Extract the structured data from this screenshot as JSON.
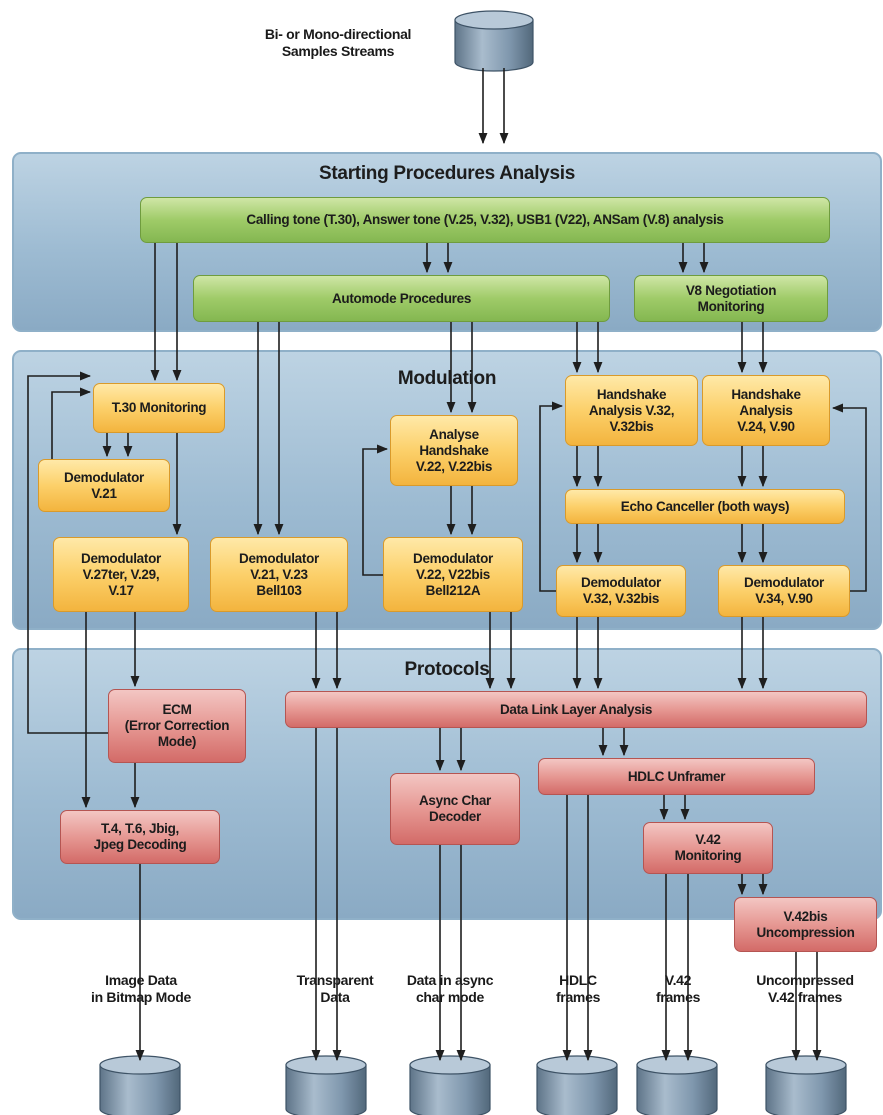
{
  "input": {
    "label": "Bi- or Mono-directional\nSamples Streams"
  },
  "sections": {
    "starting": "Starting Procedures Analysis",
    "modulation": "Modulation",
    "protocols": "Protocols"
  },
  "boxes": {
    "calling": "Calling tone (T.30), Answer tone (V.25, V.32), USB1 (V22), ANSam (V.8) analysis",
    "automode": "Automode Procedures",
    "v8neg": "V8 Negotiation\nMonitoring",
    "t30mon": "T.30 Monitoring",
    "demod_v21": "Demodulator\nV.21",
    "demod_v27": "Demodulator\nV.27ter, V.29,\nV.17",
    "demod_v21_v23": "Demodulator\nV.21, V.23\nBell103",
    "analyse_hs": "Analyse\nHandshake\nV.22, V.22bis",
    "demod_v22": "Demodulator\nV.22, V22bis\nBell212A",
    "hs_v32": "Handshake\nAnalysis V.32,\nV.32bis",
    "hs_v24": "Handshake\nAnalysis\nV.24, V.90",
    "echo": "Echo Canceller (both ways)",
    "demod_v32": "Demodulator\nV.32, V.32bis",
    "demod_v34": "Demodulator\nV.34, V.90",
    "ecm": "ECM\n(Error Correction\nMode)",
    "dll": "Data Link Layer Analysis",
    "hdlc_unframer": "HDLC Unframer",
    "async": "Async Char\nDecoder",
    "t4": "T.4, T.6, Jbig,\nJpeg Decoding",
    "v42mon": "V.42\nMonitoring",
    "v42bis": "V.42bis\nUncompression"
  },
  "outputs": [
    "Image Data\nin Bitmap Mode",
    "Transparent\nData",
    "Data in async\nchar mode",
    "HDLC\nframes",
    "V.42\nframes",
    "Uncompressed\nV.42 frames"
  ],
  "colors": {
    "green": "#9fcb68",
    "orange": "#fcd06a",
    "red": "#e69893",
    "band": "#9dbbd2",
    "arrow": "#1e1e1e",
    "database": "#7f97ad"
  }
}
